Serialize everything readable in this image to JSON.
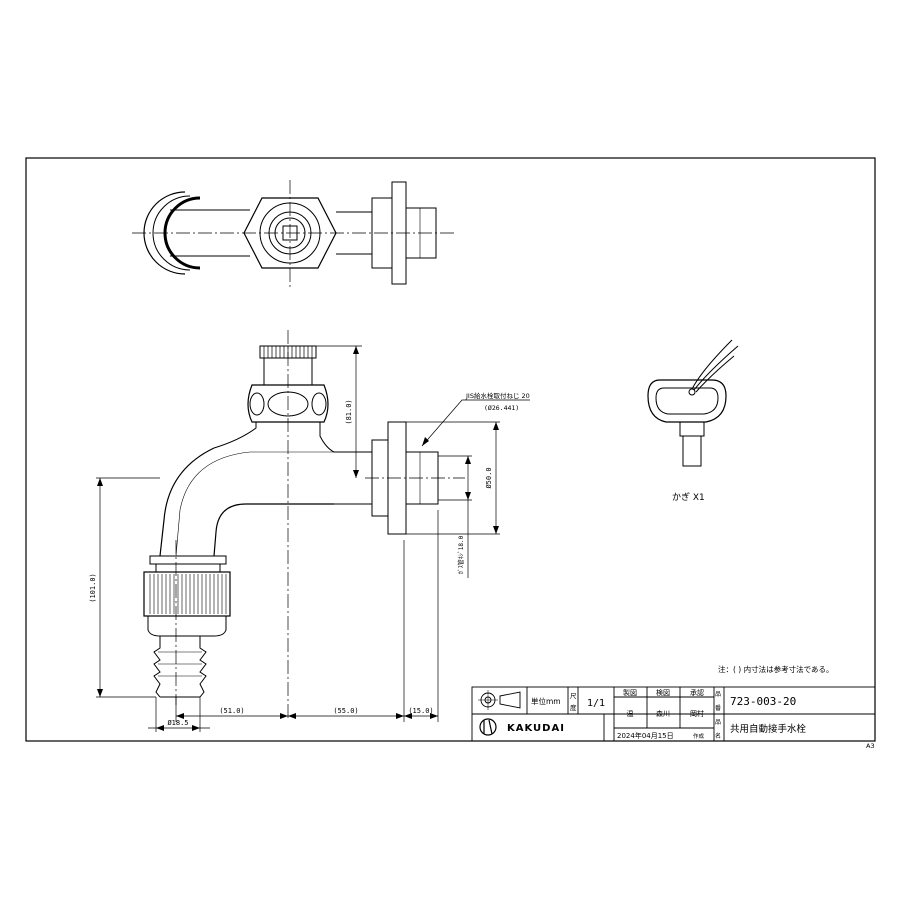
{
  "dimensions": {
    "d_height": "(81.0)",
    "d_total_height": "(101.0)",
    "d_bottom_51": "(51.0)",
    "d_bottom_55": "(55.0)",
    "d_bottom_15": "(15.0)",
    "d_hose": "Ø18.5",
    "d_flange": "Ø50.0",
    "d_pipe": "ｶﾞｽ管ﾈｼﾞ18.0",
    "jis_line1": "JIS給水栓取付ねじ 20",
    "jis_line2": "(Ø26.441)"
  },
  "accessory": {
    "label": "かぎ  X1"
  },
  "note": "注：( ) 内寸法は参考寸法である。",
  "title_block": {
    "unit": "単位mm",
    "scale_label": "尺度",
    "scale": "1/1",
    "col1": "製図",
    "col2": "検図",
    "col3": "承認",
    "name1": "温",
    "name2": "森川",
    "name3": "岡村",
    "part_no_label": "品番",
    "part_no": "723-003-20",
    "part_name_label": "品名",
    "part_name": "共用自動接手水栓",
    "brand": "KAKUDAI",
    "date": "2024年04月15日",
    "date_suffix": "作成"
  },
  "sheet_size": "A3"
}
